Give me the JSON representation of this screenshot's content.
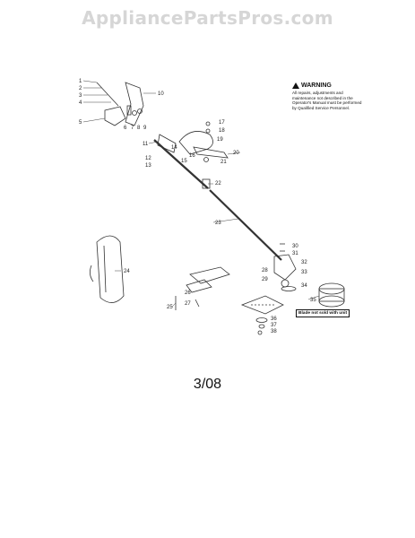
{
  "watermark": "AppliancePartsPros.com",
  "warning": {
    "heading": "WARNING",
    "body": "All repairs, adjustments and maintenance not described in the Operator's Manual must be performed by Qualified Service Personnel."
  },
  "blade_note": "Blade not sold with unit",
  "date_code": "3/08",
  "callouts": [
    "1",
    "2",
    "3",
    "4",
    "5",
    "6",
    "7",
    "8",
    "9",
    "10",
    "11",
    "12",
    "13",
    "14",
    "15",
    "16",
    "17",
    "18",
    "19",
    "20",
    "21",
    "22",
    "23",
    "24",
    "25",
    "26",
    "27",
    "28",
    "29",
    "30",
    "31",
    "32",
    "33",
    "34",
    "35",
    "36",
    "37",
    "38"
  ]
}
